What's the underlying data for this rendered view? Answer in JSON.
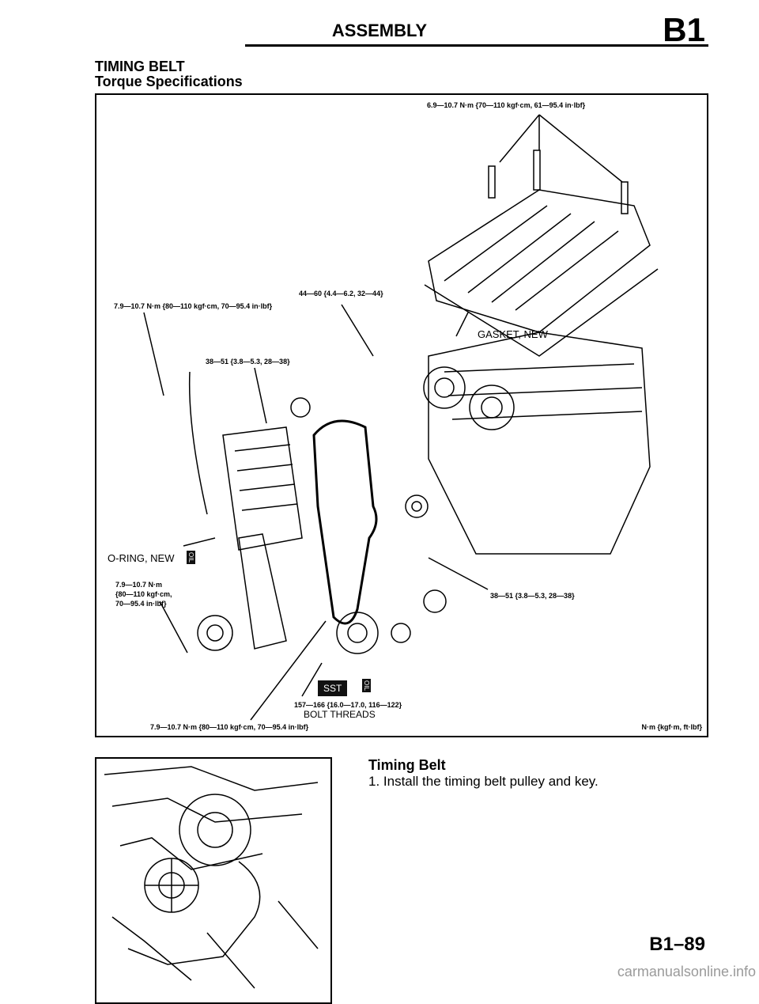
{
  "header": {
    "title": "ASSEMBLY",
    "section_code": "B1"
  },
  "section": {
    "title": "TIMING BELT",
    "subtitle": "Torque Specifications"
  },
  "figure": {
    "torque_specs": [
      "6.9—10.7 N·m {70—110 kgf·cm, 61—95.4 in·lbf}",
      "44—60 {4.4—6.2, 32—44}",
      "7.9—10.7 N·m {80—110 kgf·cm, 70—95.4 in·lbf}",
      "38—51 {3.8—5.3, 28—38}",
      "7.9—10.7 N·m",
      "{80—110 kgf·cm,",
      "70—95.4 in·lbf}",
      "38—51 {3.8—5.3, 28—38}",
      "157—166 {16.0—17.0, 116—122}",
      "7.9—10.7 N·m {80—110 kgf·cm, 70—95.4 in·lbf}"
    ],
    "labels": {
      "gasket": "GASKET, NEW",
      "oring": "O-RING, NEW",
      "bolt_threads": "BOLT THREADS",
      "units": "N·m {kgf·m, ft·lbf}",
      "sst": "SST",
      "oil": "OIL"
    }
  },
  "step": {
    "heading": "Timing Belt",
    "instruction": "1.  Install the timing belt pulley and key."
  },
  "footer": {
    "page_number": "B1–89",
    "watermark": "carmanualsonline.info"
  }
}
